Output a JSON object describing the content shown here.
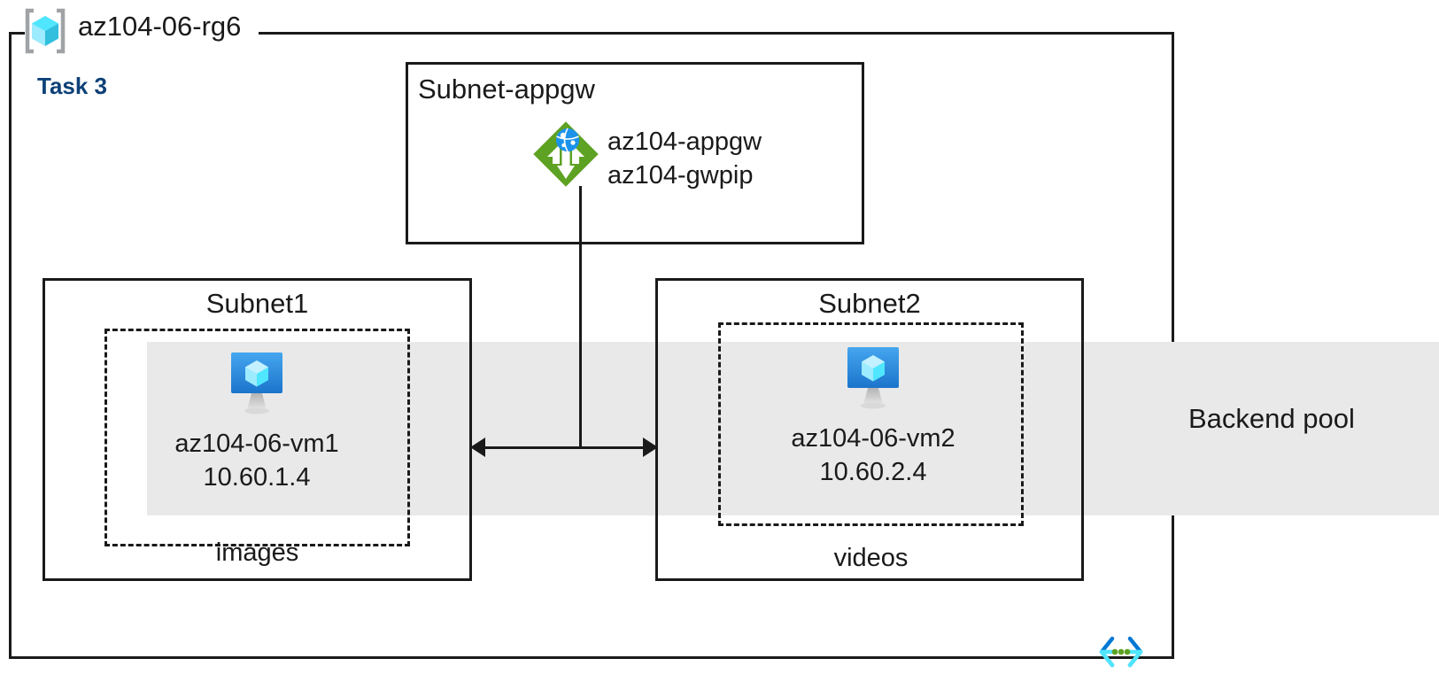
{
  "diagram": {
    "resource_group": {
      "name": "az104-06-rg6",
      "icon": "resource-group-icon"
    },
    "task_label": "Task 3",
    "backend_pool": {
      "label": "Backend pool",
      "band_color": "#e9e9e9"
    },
    "subnets": [
      {
        "id": "subnet-appgw",
        "title": "Subnet-appgw",
        "resources": [
          {
            "icon": "application-gateway-icon",
            "lines": [
              "az104-appgw",
              "az104-gwpip"
            ]
          }
        ]
      },
      {
        "id": "subnet1",
        "title": "Subnet1",
        "caption": "images",
        "vm": {
          "icon": "virtual-machine-icon",
          "name": "az104-06-vm1",
          "ip": "10.60.1.4"
        }
      },
      {
        "id": "subnet2",
        "title": "Subnet2",
        "caption": "videos",
        "vm": {
          "icon": "virtual-machine-icon",
          "name": "az104-06-vm2",
          "ip": "10.60.2.4"
        }
      }
    ],
    "icons": {
      "vnet": "virtual-network-icon"
    },
    "colors": {
      "task_accent": "#0d4077",
      "line": "#1a1a1a",
      "appgw_green": "#59a315",
      "vm_blue": "#1f86d8",
      "cube_cyan": "#50e6ff"
    }
  }
}
